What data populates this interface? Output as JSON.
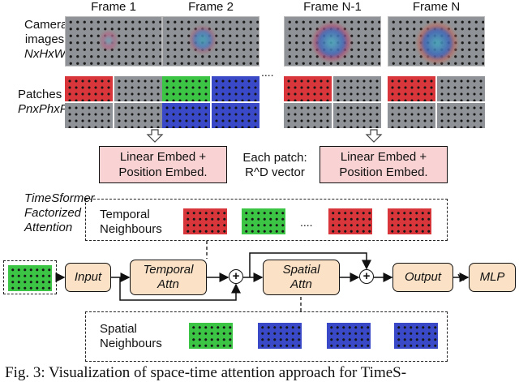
{
  "frames": {
    "titles": [
      "Frame 1",
      "Frame 2",
      "Frame N-1",
      "Frame N"
    ],
    "ellipsis": "....",
    "ellipsis_small": "...."
  },
  "left_labels": {
    "camera_line1": "Camera",
    "camera_line2": "images",
    "camera_line3": "NxHxW",
    "patches_line1": "Patches",
    "patches_line2": "PnxPhxPw"
  },
  "embed": {
    "left_line1": "Linear Embed +",
    "left_line2": "Position Embed.",
    "right_line1": "Linear Embed +",
    "right_line2": "Position Embed.",
    "each_patch": "Each patch:",
    "vector": "R^D vector"
  },
  "timesformer": {
    "line1": "TimeSformer",
    "line2": "Factorized",
    "line3": "Attention"
  },
  "temporal_neighbours": {
    "line1": "Temporal",
    "line2": "Neighbours"
  },
  "spatial_neighbours": {
    "line1": "Spatial",
    "line2": "Neighbours"
  },
  "pipeline": {
    "input": "Input",
    "temporal_attn_line1": "Temporal",
    "temporal_attn_line2": "Attn",
    "spatial_attn_line1": "Spatial",
    "spatial_attn_line2": "Attn",
    "output": "Output",
    "mlp": "MLP",
    "plus": "+"
  },
  "caption": "Fig. 3: Visualization of space-time attention approach for TimeS-",
  "colors": {
    "red": "#d8363a",
    "green": "#3cc445",
    "blue": "#3949c8",
    "embed_fill": "#f9d3d4",
    "node_fill": "#fbe2c6",
    "camera_gray": "#8f9397"
  }
}
